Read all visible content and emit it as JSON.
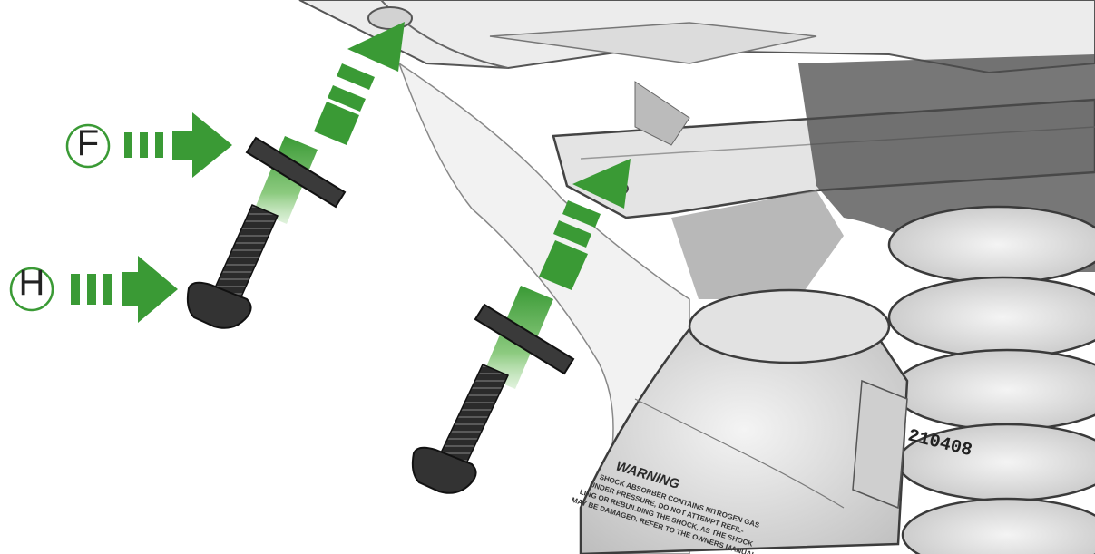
{
  "callouts": [
    {
      "id": "F",
      "label": "F"
    },
    {
      "id": "H",
      "label": "H"
    }
  ],
  "shock_label": {
    "heading": "WARNING",
    "lines": [
      "SHOCK ABSORBER CONTAINS NITROGEN GAS",
      "UNDER PRESSURE, DO NOT ATTEMPT REFIL-",
      "LING OR REBUILDING THE SHOCK, AS THE SHOCK",
      "MAY BE DAMAGED. REFER TO THE OWNERS MANUAL"
    ],
    "serial": "210408"
  },
  "colors": {
    "arrow_green": "#3a9a35",
    "arrow_fade": "#bfe3b8",
    "fastener": "#2e2e2e",
    "outline": "#3c3c3c"
  },
  "icons": [
    "arrow-icon",
    "bolt-icon",
    "washer-icon"
  ]
}
